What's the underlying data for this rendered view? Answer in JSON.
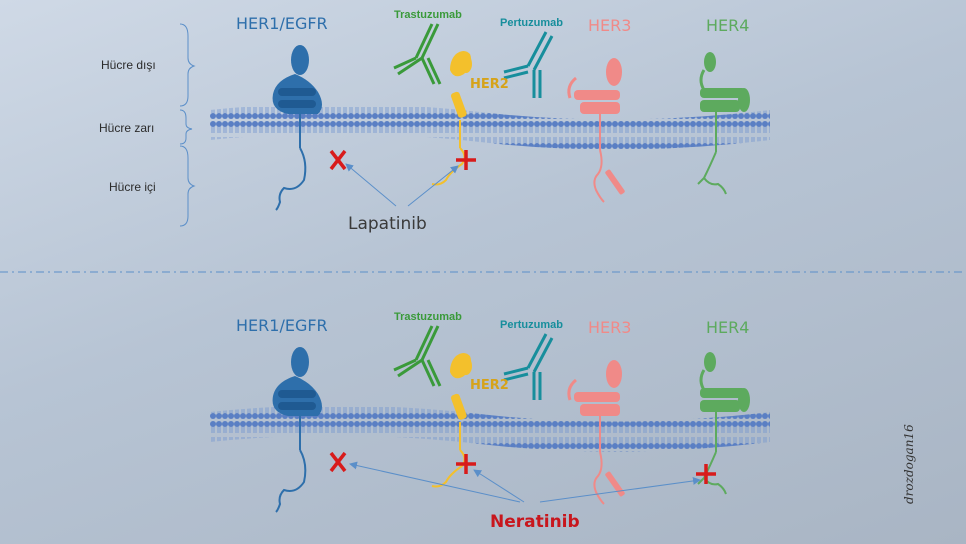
{
  "colors": {
    "her1": "#2e6fab",
    "her2": "#f3c02c",
    "her3": "#f08a88",
    "her4": "#5daa5e",
    "trastuzumab": "#3a9a3a",
    "pertuzumab": "#178e9c",
    "block": "#d81b1b",
    "membrane": "#5a7fc4",
    "arrow": "#5b8fc9",
    "divider": "#5b8fc9"
  },
  "top": {
    "her1": "HER1/EGFR",
    "her2": "HER2",
    "her3": "HER3",
    "her4": "HER4",
    "trastuzumab": "Trastuzumab",
    "pertuzumab": "Pertuzumab",
    "drug": "Lapatinib",
    "regions": {
      "outside": "Hücre dışı",
      "membrane": "Hücre zarı",
      "inside": "Hücre içi"
    }
  },
  "bottom": {
    "her1": "HER1/EGFR",
    "her2": "HER2",
    "her3": "HER3",
    "her4": "HER4",
    "trastuzumab": "Trastuzumab",
    "pertuzumab": "Pertuzumab",
    "drug": "Neratinib"
  },
  "signature": "drozdogan16"
}
